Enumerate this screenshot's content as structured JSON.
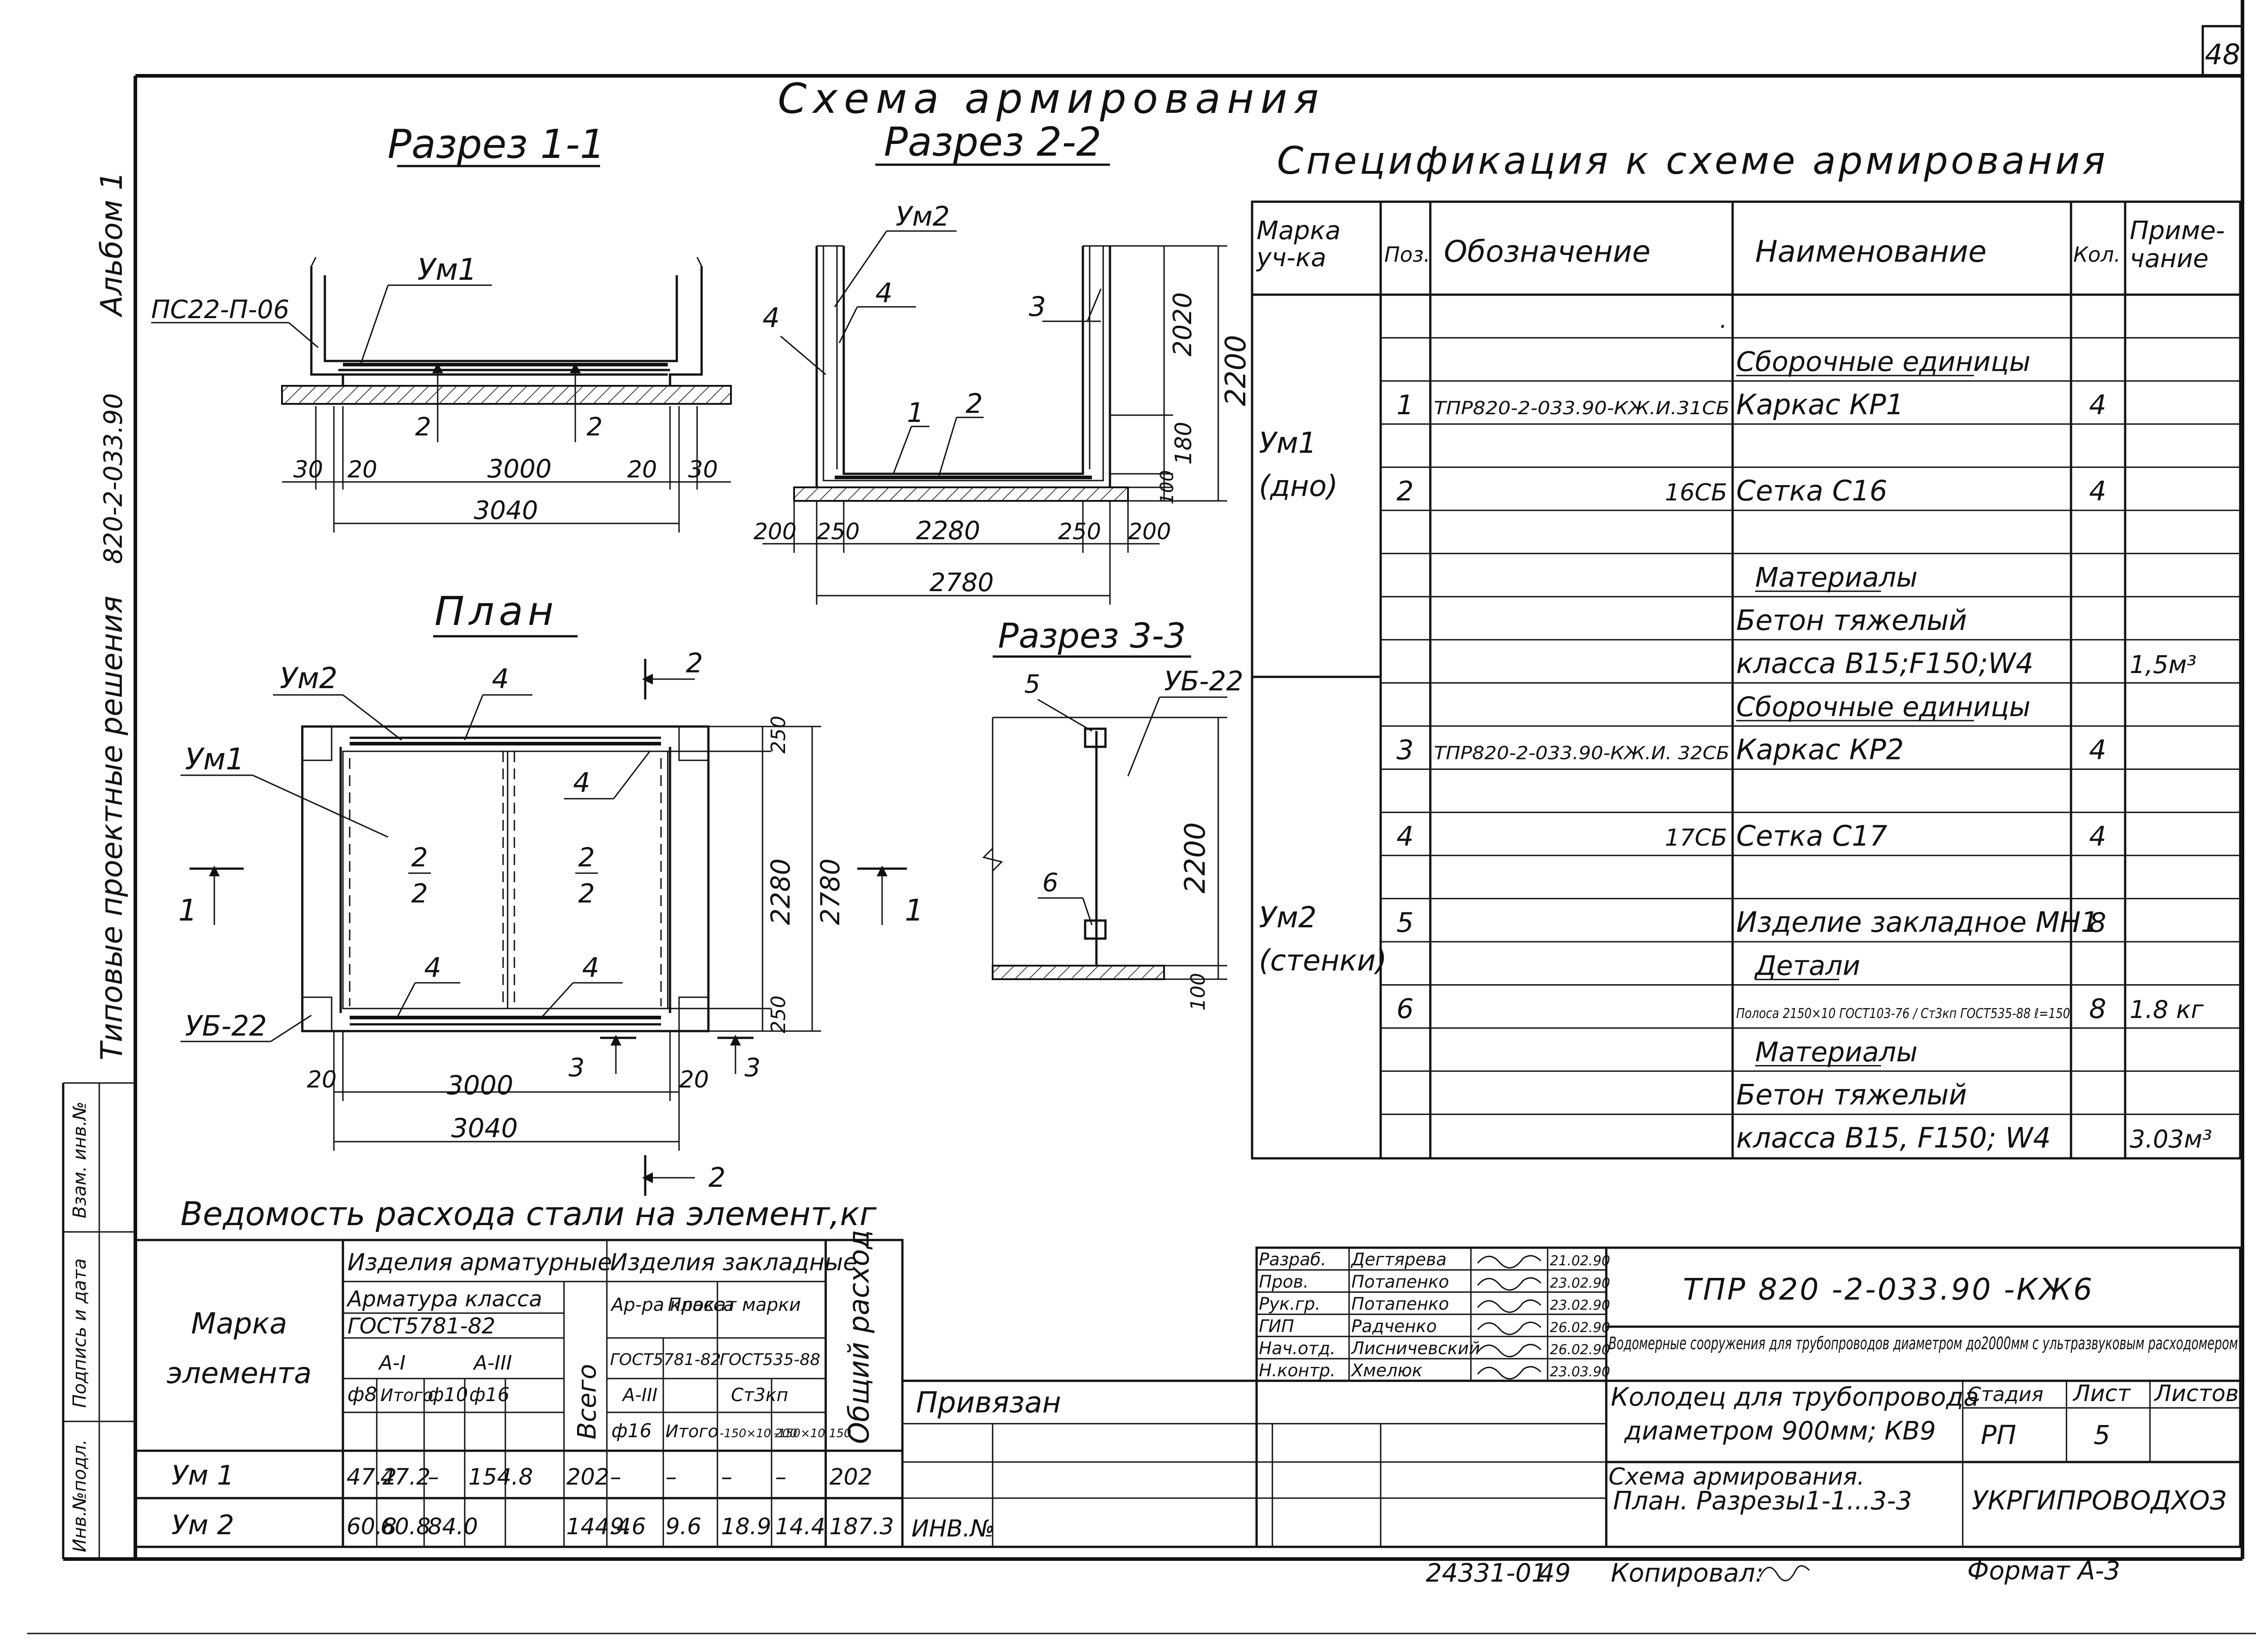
{
  "page_number": "48",
  "album": {
    "series": "Типовые проектные решения",
    "number": "820-2-033.90",
    "album": "Альбом 1"
  },
  "left_strip": [
    "Инв.№подл.",
    "Подпись и дата",
    "Взам. инв.№"
  ],
  "drawing_title": "Схема армирования",
  "section_1_1": {
    "title": "Разрез 1-1",
    "labels": [
      "ПС22-П-06",
      "Ум1",
      "2",
      "2"
    ],
    "dims": [
      "30",
      "20",
      "3000",
      "20",
      "30",
      "3040"
    ]
  },
  "section_2_2": {
    "title": "Разрез 2-2",
    "labels": [
      "Ум2",
      "4",
      "4",
      "3",
      "1",
      "2"
    ],
    "dims": [
      "2020",
      "2200",
      "180",
      "100",
      "200",
      "250",
      "2280",
      "250",
      "200",
      "2780"
    ]
  },
  "plan": {
    "title": "План",
    "labels": [
      "Ум2",
      "4",
      "Ум1",
      "4",
      "4",
      "4",
      "УБ-22"
    ],
    "fractions": [
      {
        "num": "2",
        "den": "2"
      },
      {
        "num": "2",
        "den": "2"
      }
    ],
    "cuts": [
      "2",
      "1",
      "1",
      "3",
      "3",
      "2"
    ],
    "dims": [
      "250",
      "2280",
      "2780",
      "250",
      "20",
      "3000",
      "20",
      "3040"
    ]
  },
  "section_3_3": {
    "title": "Разрез 3-3",
    "labels": [
      "5",
      "УБ-22",
      "6"
    ],
    "dims": [
      "2200",
      "100"
    ]
  },
  "spec": {
    "title": "Спецификация к схеме армирования",
    "headers": [
      "Марка уч-ка",
      "Поз.",
      "Обозначение",
      "Наименование",
      "Кол.",
      "Приме-чание"
    ],
    "rows": [
      {
        "mark": "",
        "pos": "",
        "code": ".",
        "name": "",
        "qty": "",
        "note": ""
      },
      {
        "mark": "",
        "pos": "",
        "code": "",
        "name": "Сборочные единицы",
        "qty": "",
        "note": ""
      },
      {
        "mark": "",
        "pos": "1",
        "code": "ТПР820-2-033.90-КЖ.И.31СБ",
        "name": "Каркас КР1",
        "qty": "4",
        "note": ""
      },
      {
        "mark": "Ум1",
        "pos": "",
        "code": "",
        "name": "",
        "qty": "",
        "note": ""
      },
      {
        "mark": "(дно)",
        "pos": "2",
        "code": "16СБ",
        "name": "Сетка С16",
        "qty": "4",
        "note": ""
      },
      {
        "mark": "",
        "pos": "",
        "code": "",
        "name": "",
        "qty": "",
        "note": ""
      },
      {
        "mark": "",
        "pos": "",
        "code": "",
        "name": "Материалы",
        "qty": "",
        "note": ""
      },
      {
        "mark": "",
        "pos": "",
        "code": "",
        "name": "Бетон тяжелый",
        "qty": "",
        "note": ""
      },
      {
        "mark": "",
        "pos": "",
        "code": "",
        "name": "класса В15;F150;W4",
        "qty": "",
        "note": "1,5м³"
      },
      {
        "mark": "",
        "pos": "",
        "code": "",
        "name": "Сборочные единицы",
        "qty": "",
        "note": ""
      },
      {
        "mark": "",
        "pos": "3",
        "code": "ТПР820-2-033.90-КЖ.И. 32СБ",
        "name": "Каркас КР2",
        "qty": "4",
        "note": ""
      },
      {
        "mark": "",
        "pos": "",
        "code": "",
        "name": "",
        "qty": "",
        "note": ""
      },
      {
        "mark": "",
        "pos": "4",
        "code": "17СБ",
        "name": "Сетка С17",
        "qty": "4",
        "note": ""
      },
      {
        "mark": "",
        "pos": "",
        "code": "",
        "name": "",
        "qty": "",
        "note": ""
      },
      {
        "mark": "Ум2",
        "pos": "5",
        "code": "",
        "name": "Изделие закладное МН1",
        "qty": "8",
        "note": ""
      },
      {
        "mark": "(стенки)",
        "pos": "",
        "code": "",
        "name": "Детали",
        "qty": "",
        "note": ""
      },
      {
        "mark": "",
        "pos": "6",
        "code": "",
        "name": "Полоса 2150×10 ГОСТ103-76 / Ст3кп ГОСТ535-88 ℓ=150",
        "qty": "8",
        "note": "1.8 кг"
      },
      {
        "mark": "",
        "pos": "",
        "code": "",
        "name": "Материалы",
        "qty": "",
        "note": ""
      },
      {
        "mark": "",
        "pos": "",
        "code": "",
        "name": "Бетон тяжелый",
        "qty": "",
        "note": ""
      },
      {
        "mark": "",
        "pos": "",
        "code": "",
        "name": "класса В15, F150; W4",
        "qty": "",
        "note": "3.03м³"
      }
    ]
  },
  "steel": {
    "title": "Ведомость расхода стали на элемент,кг",
    "h_mark": "Марка элемента",
    "h_arm": "Изделия арматурные",
    "h_emb": "Изделия закладные",
    "h_total": "Общий расход",
    "h_class": "Арматура класса",
    "h_gost1": "ГОСТ5781-82",
    "h_all": "Всего",
    "h_ai": "А-I",
    "h_aiii": "А-III",
    "h_f8": "ф8",
    "h_itogo": "Итого",
    "h_f10": "ф10",
    "h_f16": "ф16",
    "h_armklass": "Ар-ра класса",
    "h_prokat": "Прокат марки",
    "h_gost2": "ГОСТ5781-82",
    "h_gost3": "ГОСТ535-88",
    "h_aiii2": "А-III",
    "h_st3": "Ст3кп",
    "h_f16b": "ф16",
    "h_itogo2": "Итого",
    "h_s1": "-150×10 200",
    "h_s2": "-150×10 150",
    "rows": [
      {
        "mark": "Ум 1",
        "v": [
          "47.2",
          "47.2",
          "–",
          "154.8",
          "202",
          "–",
          "–",
          "–",
          "–",
          "202"
        ]
      },
      {
        "mark": "Ум 2",
        "v": [
          "60.8",
          "60.8",
          "84.0",
          "",
          "144.4",
          "9.6",
          "9.6",
          "18.9",
          "14.4",
          "187.3"
        ]
      }
    ]
  },
  "binding": {
    "privyazan": "Привязан",
    "inv": "ИНВ.№"
  },
  "title_block": {
    "roles": [
      {
        "role": "Разраб.",
        "name": "Дегтярева",
        "date": "21.02.90"
      },
      {
        "role": "Пров.",
        "name": "Потапенко",
        "date": "23.02.90"
      },
      {
        "role": "Рук.гр.",
        "name": "Потапенко",
        "date": "23.02.90"
      },
      {
        "role": "ГИП",
        "name": "Радченко",
        "date": "26.02.90"
      },
      {
        "role": "Нач.отд.",
        "name": "Лисничевский",
        "date": "26.02.90"
      },
      {
        "role": "Н.контр.",
        "name": "Хмелюк",
        "date": "23.03.90"
      }
    ],
    "code": "ТПР 820 -2-033.90 -КЖ6",
    "object": "Водомерные сооружения для трубопроводов диаметром до2000мм с ультразвуковым расходомером",
    "item_l1": "Колодец для трубопровода",
    "item_l2": "диаметром 900мм; КВ9",
    "sheet_l1": "Схема армирования.",
    "sheet_l2": "План. Разрезы1-1...3-3",
    "stage_h": "Стадия",
    "sheet_h": "Лист",
    "sheets_h": "Листов",
    "stage": "РП",
    "sheet": "5",
    "sheets": "",
    "org": "УКРГИПРОВОДХОЗ"
  },
  "footer": {
    "inv": "24331-01",
    "num": "49",
    "copied": "Копировал:",
    "format": "Формат А-3"
  }
}
